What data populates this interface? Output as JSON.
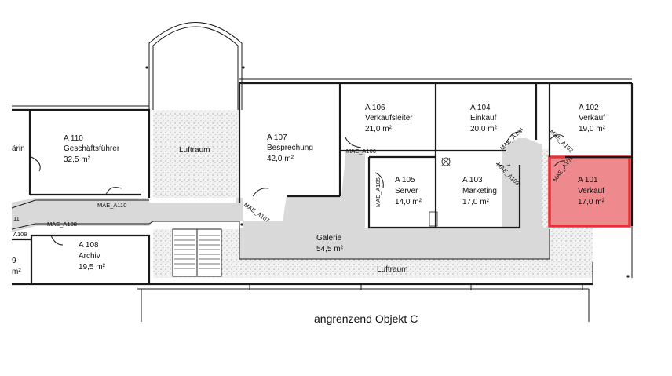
{
  "plan": {
    "adjacent_label": "angrenzend Objekt C",
    "rooms": [
      {
        "id": "A 110",
        "name": "Geschäftsführer",
        "area": "32,5 m²"
      },
      {
        "id": "A 107",
        "name": "Besprechung",
        "area": "42,0 m²"
      },
      {
        "id": "A 106",
        "name": "Verkaufsleiter",
        "area": "21,0 m²"
      },
      {
        "id": "A 104",
        "name": "Einkauf",
        "area": "20,0 m²"
      },
      {
        "id": "A 102",
        "name": "Verkauf",
        "area": "19,0 m²"
      },
      {
        "id": "A 105",
        "name": "Server",
        "area": "14,0 m²"
      },
      {
        "id": "A 103",
        "name": "Marketing",
        "area": "17,0 m²"
      },
      {
        "id": "A 101",
        "name": "Verkauf",
        "area": "17,0 m²"
      },
      {
        "id": "A 108",
        "name": "Archiv",
        "area": "19,5 m²"
      }
    ],
    "galerie": {
      "name": "Galerie",
      "area": "54,5 m²"
    },
    "luftraum_upper": "Luftraum",
    "luftraum_lower": "Luftraum",
    "partial_left_labels": {
      "arin": "ärin",
      "n11": "11",
      "a109": "A109",
      "n9": "9",
      "m2": "m²"
    },
    "doors": [
      "MAE_A110",
      "MAE_A108",
      "MAE_A107",
      "MAE_A106",
      "MAE_A105",
      "MAE_A104",
      "MAE_A103",
      "MAE_A102",
      "MAE_A101"
    ],
    "highlight_color": "#e8323a",
    "highlight_fill": "#ee8a8e"
  }
}
